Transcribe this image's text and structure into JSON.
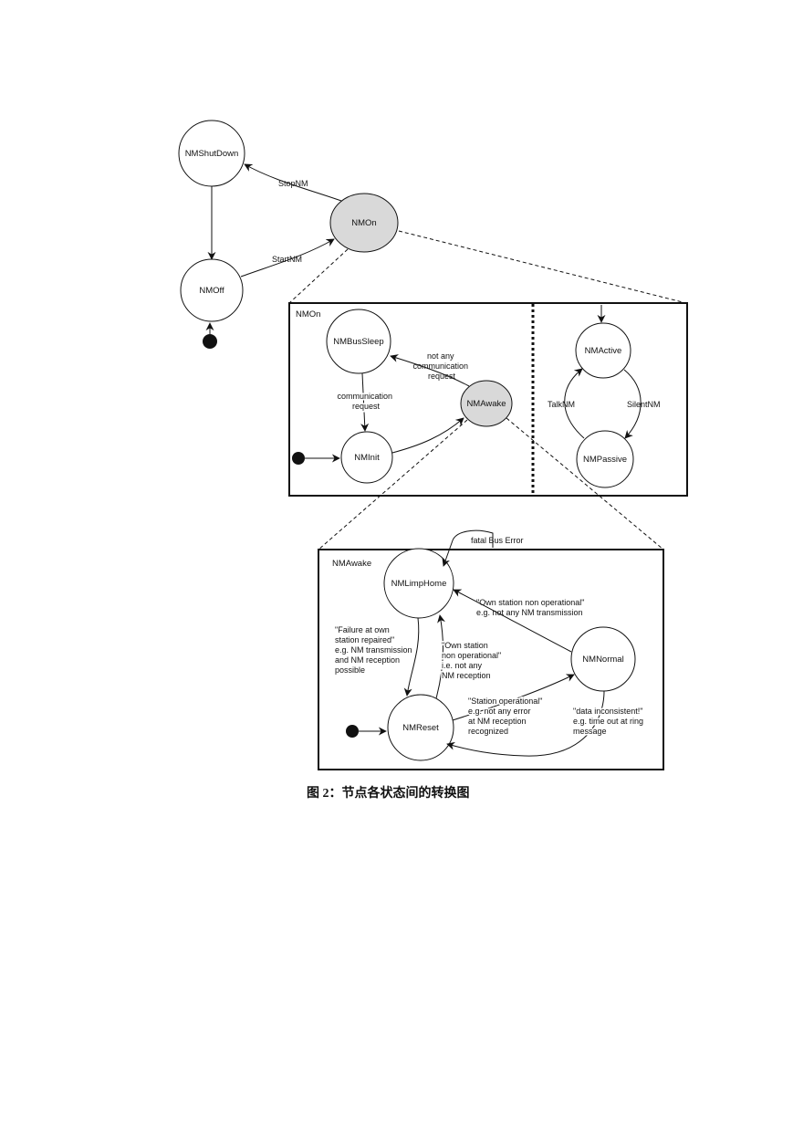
{
  "states": {
    "shutdown": "NMShutDown",
    "on": "NMOn",
    "off": "NMOff",
    "bussleep": "NMBusSleep",
    "awake": "NMAwake",
    "init": "NMInit",
    "active": "NMActive",
    "passive": "NMPassive",
    "limphome": "NMLimpHome",
    "normal": "NMNormal",
    "reset": "NMReset"
  },
  "frames": {
    "on": "NMOn",
    "awake": "NMAwake"
  },
  "transitions": {
    "stop": "StopNM",
    "start": "StartNM",
    "sleep_req": [
      "not any",
      "communication",
      "request"
    ],
    "comm_req": [
      "communication",
      "request"
    ],
    "talk": "TalkNM",
    "silent": "SilentNM",
    "fatal": "fatal Bus Error",
    "own_nonop_normal": [
      "\"Own station non operational\"",
      "e.g. not any NM transmission"
    ],
    "failure_repaired": [
      "\"Failure at own",
      "station repaired\"",
      "e.g. NM transmission",
      "and NM reception",
      "possible"
    ],
    "own_nonop_reset": [
      "\"Own station",
      "non operational\"",
      "i.e. not any",
      "NM reception"
    ],
    "station_op": [
      "\"Station operational\"",
      "e.g. not any error",
      "at NM reception",
      "recognized"
    ],
    "data_incons": [
      "\"data inconsistent!\"",
      "e.g. time out at ring",
      "message"
    ]
  },
  "caption": "图 2：节点各状态间的转换图"
}
